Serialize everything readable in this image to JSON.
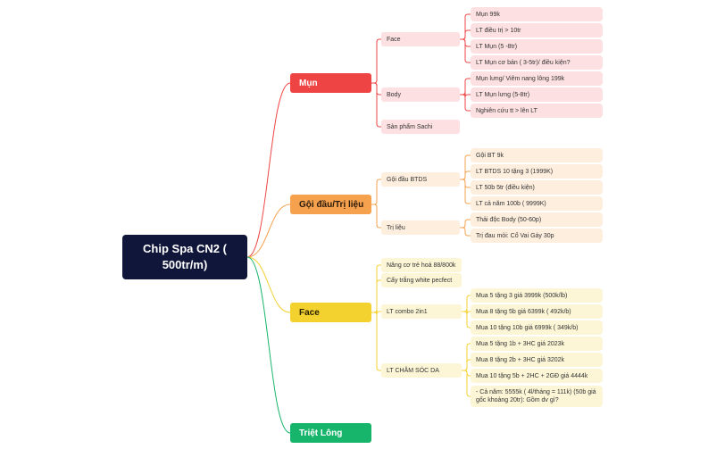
{
  "root": "Chip Spa CN2 ( 500tr/m)",
  "colors": {
    "red": "#ef4444",
    "orange": "#f5a14e",
    "yellow": "#f3d12f",
    "green": "#16b56b",
    "root": "#10163a"
  },
  "branches": [
    {
      "label": "Mụn",
      "children": [
        {
          "label": "Face",
          "children": [
            "Mụn 99k",
            "LT điều trị > 10tr",
            "LT Mụn (5 -8tr)",
            "LT Mụn cơ bản ( 3-5tr)/ điều kiện?"
          ]
        },
        {
          "label": "Body",
          "children": [
            "Mụn lưng/ Viêm nang lông 199k",
            "LT Mụn lưng (5-8tr)",
            "Nghiên cứu tt > lên LT"
          ]
        },
        {
          "label": "Sản phẩm Sachi",
          "children": []
        }
      ]
    },
    {
      "label": "Gội đầu/Trị liệu",
      "children": [
        {
          "label": "Gội đầu BTDS",
          "children": [
            "Gội BT 9k",
            "LT BTDS 10 tặng 3 (1999K)",
            "LT 50b 5tr (điều kiện)",
            "LT cả năm 100b ( 9999K)"
          ]
        },
        {
          "label": "Trị liệu",
          "children": [
            "Thải độc Body (50-60p)",
            "Trị đau mỏi: Cổ Vai Gáy 30p"
          ]
        }
      ]
    },
    {
      "label": "Face",
      "children": [
        {
          "label": "Nâng cơ trẻ hoá 88/800k",
          "children": []
        },
        {
          "label": "Cấy trắng white pecfect",
          "children": []
        },
        {
          "label": "LT combo 2in1",
          "children": [
            "Mua 5 tặng 3 giá 3999k (500k/lb)",
            "Mua 8 tặng 5b giá 6399k ( 492k/b)",
            "Mua 10 tặng 10b giá 6999k ( 349k/b)"
          ]
        },
        {
          "label": "LT CHĂM SÓC DA",
          "children": [
            "Mua 5 tặng 1b + 3HC giá 2023k",
            "Mua 8 tặng 2b + 3HC giá 3202k",
            "Mua 10 tặng 5b + 2HC + 2GĐ giá 4444k",
            "- Cả năm: 5555k ( 4l/tháng = 111k)  (50b giá gốc khoảng 20tr): Gồm dv gì?"
          ]
        }
      ]
    },
    {
      "label": "Triệt Lông",
      "children": []
    }
  ]
}
